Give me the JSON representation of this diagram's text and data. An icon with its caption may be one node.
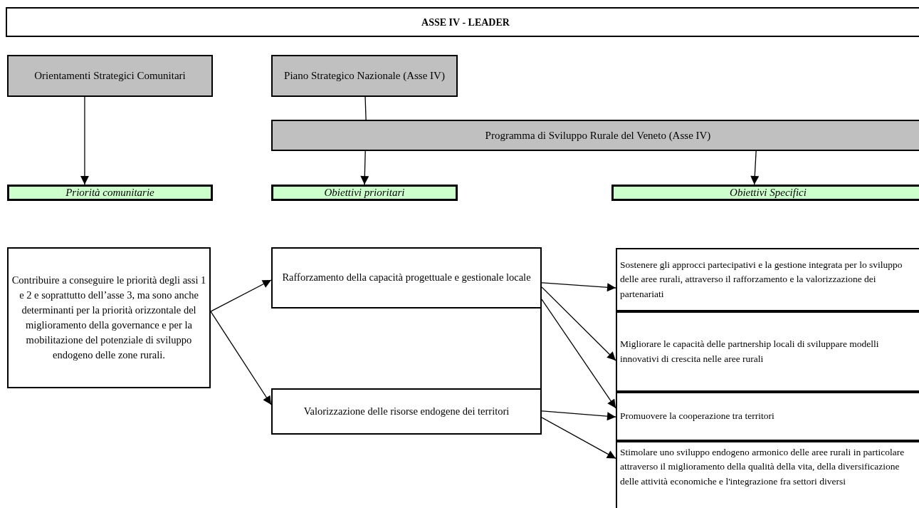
{
  "diagram": {
    "title": "ASSE IV - LEADER",
    "nodes": [
      {
        "text": [
          "Orientamenti Strategici Comunitari"
        ]
      },
      {
        "text": [
          "Piano Strategico Nazionale (Asse IV)"
        ]
      },
      {
        "text": [
          "Programma di Sviluppo Rurale del Veneto (Asse IV)"
        ]
      },
      {
        "text": [
          "Priorità comunitarie"
        ]
      },
      {
        "text": [
          "Obiettivi prioritari"
        ]
      },
      {
        "text": [
          "Obiettivi Specifici"
        ]
      },
      {
        "text": [
          "Contribuire a conseguire le priorità degli assi 1 e 2 e soprattutto dell’asse 3, ma sono anche determinanti per la priorità orizzontale del miglioramento della governance e per la mobilitazione del potenziale di sviluppo endogeno delle zone rurali."
        ]
      },
      {
        "text": [
          "Rafforzamento della capacità progettuale e gestionale locale"
        ]
      },
      {
        "text": [
          "Valorizzazione delle risorse endogene dei territori"
        ]
      },
      {
        "text": [
          "Sostenere gli approcci partecipativi e la gestione integrata per lo sviluppo delle aree rurali, attraverso il rafforzamento e la valorizzazione dei partenariati"
        ]
      },
      {
        "text": [
          "Migliorare le capacità delle partnership locali di sviluppare modelli innovativi di crescita nelle aree rurali"
        ]
      },
      {
        "text": [
          "Promuovere la cooperazione tra territori"
        ]
      },
      {
        "text": [
          "Stimolare uno sviluppo endogeno armonico delle aree rurali in particolare attraverso il miglioramento della qualità della vita, della diversificazione delle attività economiche e l'integrazione fra settori diversi"
        ]
      }
    ],
    "edges": [
      {
        "from": 0,
        "to": 3,
        "arrow": "to"
      },
      {
        "from": 1,
        "to": 2,
        "arrow": "none"
      },
      {
        "from": 2,
        "to": 4,
        "arrow": "to"
      },
      {
        "from": 2,
        "to": 5,
        "arrow": "to"
      },
      {
        "from": 6,
        "to": 7,
        "arrow": "to"
      },
      {
        "from": 6,
        "to": 8,
        "arrow": "to"
      },
      {
        "from": 7,
        "to": 9,
        "arrow": "to"
      },
      {
        "from": 7,
        "to": 10,
        "arrow": "to"
      },
      {
        "from": 7,
        "to": 11,
        "arrow": "to"
      },
      {
        "from": 8,
        "to": 11,
        "arrow": "to"
      },
      {
        "from": 8,
        "to": 12,
        "arrow": "to"
      }
    ]
  }
}
